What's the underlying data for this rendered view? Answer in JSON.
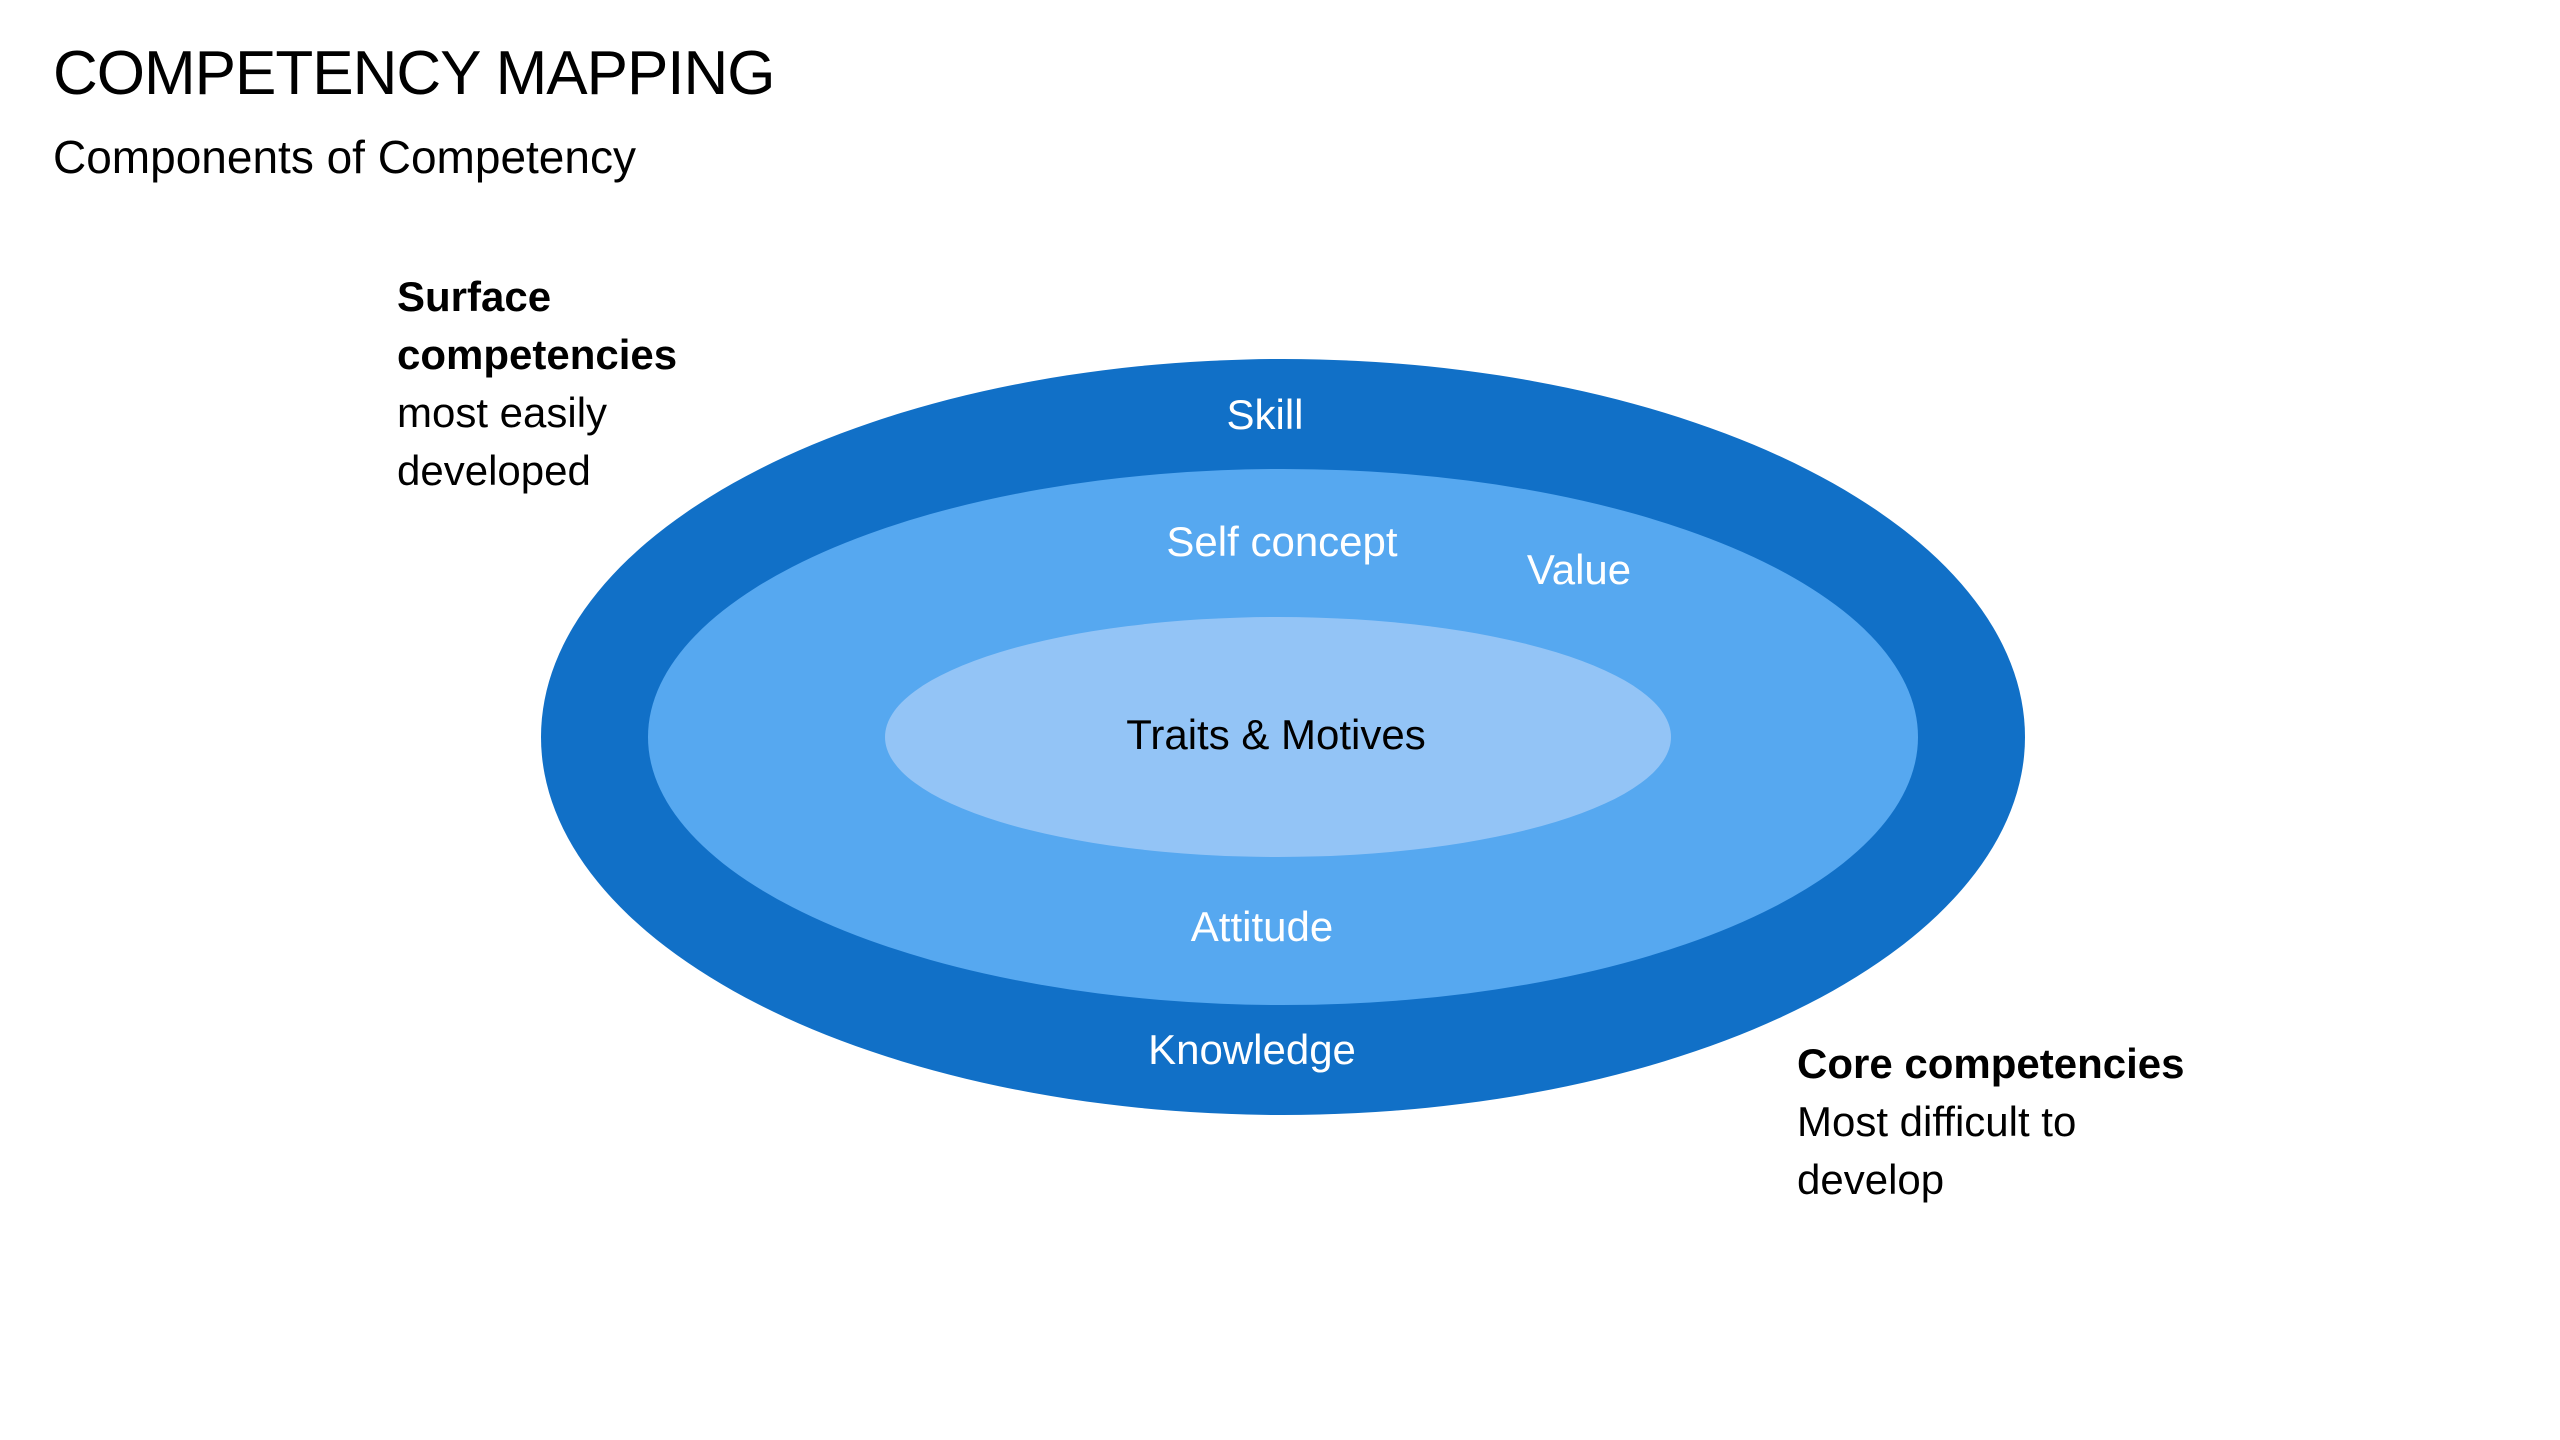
{
  "header": {
    "title": "COMPETENCY MAPPING",
    "subtitle": "Components of Competency"
  },
  "notes": {
    "surface": {
      "heading_line1": "Surface",
      "heading_line2": "competencies",
      "text_line1": "most easily",
      "text_line2": "developed"
    },
    "core": {
      "heading": "Core competencies",
      "text_line1": "Most difficult to",
      "text_line2": "develop"
    }
  },
  "diagram": {
    "outer_labels": {
      "top": "Skill",
      "bottom": "Knowledge"
    },
    "middle_labels": {
      "top_left": "Self concept",
      "top_right": "Value",
      "bottom": "Attitude"
    },
    "inner_label": "Traits & Motives",
    "colors": {
      "outer": "#1170C7",
      "middle": "#56A8F0",
      "inner": "#93C4F6",
      "light_text": "#FFFFFF",
      "dark_text": "#000000"
    }
  }
}
